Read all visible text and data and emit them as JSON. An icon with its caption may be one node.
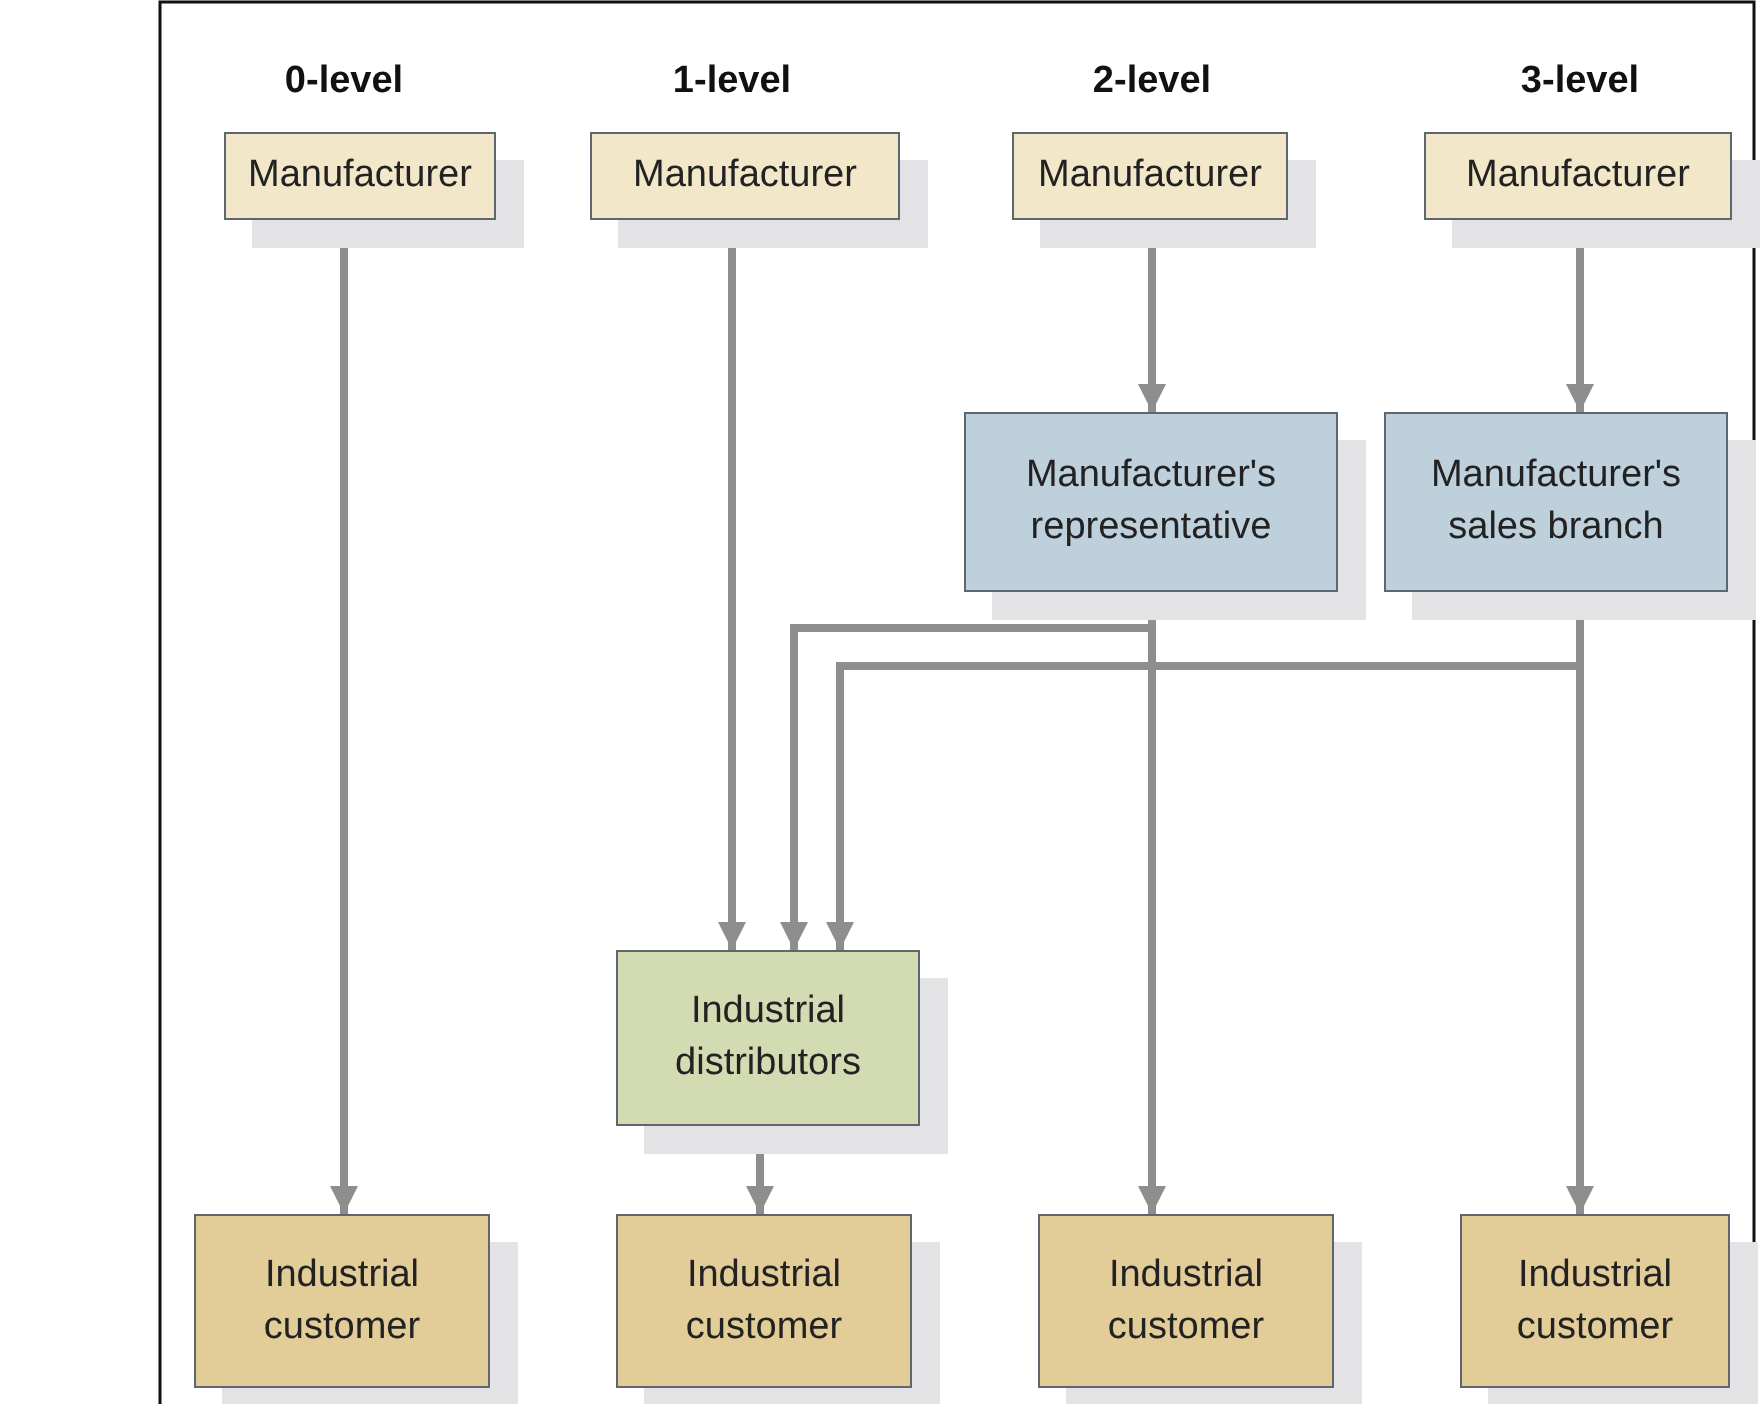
{
  "diagram": {
    "nodes": [
      {
        "text": [
          "Manufacturer"
        ]
      },
      {
        "text": [
          "Manufacturer"
        ]
      },
      {
        "text": [
          "Manufacturer"
        ]
      },
      {
        "text": [
          "Manufacturer"
        ]
      },
      {
        "text": [
          "Manufacturer's representative"
        ]
      },
      {
        "text": [
          "Manufacturer's sales branch"
        ]
      },
      {
        "text": [
          "Industrial distributors"
        ]
      },
      {
        "text": [
          "Industrial customer"
        ]
      },
      {
        "text": [
          "Industrial customer"
        ]
      },
      {
        "text": [
          "Industrial customer"
        ]
      },
      {
        "text": [
          "Industrial customer"
        ]
      }
    ],
    "edges": [
      {
        "from": 0,
        "to": 7,
        "arrow": "to"
      },
      {
        "from": 1,
        "to": 6,
        "arrow": "to"
      },
      {
        "from": 2,
        "to": 4,
        "arrow": "to"
      },
      {
        "from": 3,
        "to": 5,
        "arrow": "to"
      },
      {
        "from": 4,
        "to": 6,
        "arrow": "to"
      },
      {
        "from": 4,
        "to": 9,
        "arrow": "to"
      },
      {
        "from": 5,
        "to": 6,
        "arrow": "to"
      },
      {
        "from": 5,
        "to": 10,
        "arrow": "to"
      },
      {
        "from": 6,
        "to": 8,
        "arrow": "to"
      }
    ],
    "labels": [
      "0-level",
      "1-level",
      "2-level",
      "3-level"
    ]
  }
}
